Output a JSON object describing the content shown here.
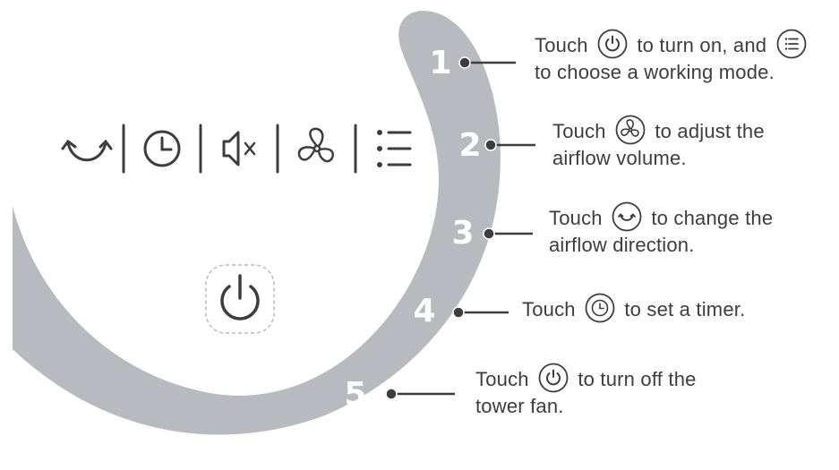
{
  "colors": {
    "ring": "#b7babf",
    "ink": "#3d3d3d",
    "number": "#ffffff",
    "dashed_outline": "#b7babf"
  },
  "panel_icons": [
    "swing-arrow-icon",
    "timer-clock-icon",
    "mute-speaker-icon",
    "fan-icon",
    "mode-list-icon"
  ],
  "center_button_icon": "power-icon",
  "steps": [
    {
      "number": "1",
      "pre": "Touch",
      "icon1": "power-icon",
      "mid": "to turn on, and",
      "icon2": "mode-list-icon",
      "line2": "to choose a working mode."
    },
    {
      "number": "2",
      "pre": "Touch",
      "icon1": "fan-icon",
      "mid": "to adjust the",
      "line2": "airflow volume."
    },
    {
      "number": "3",
      "pre": "Touch",
      "icon1": "swing-arrow-icon",
      "mid": "to change the",
      "line2": "airflow direction."
    },
    {
      "number": "4",
      "pre": "Touch",
      "icon1": "timer-clock-icon",
      "mid": "to set a timer."
    },
    {
      "number": "5",
      "pre": "Touch",
      "icon1": "power-icon",
      "mid": "to turn off the",
      "line2": "tower fan."
    }
  ]
}
